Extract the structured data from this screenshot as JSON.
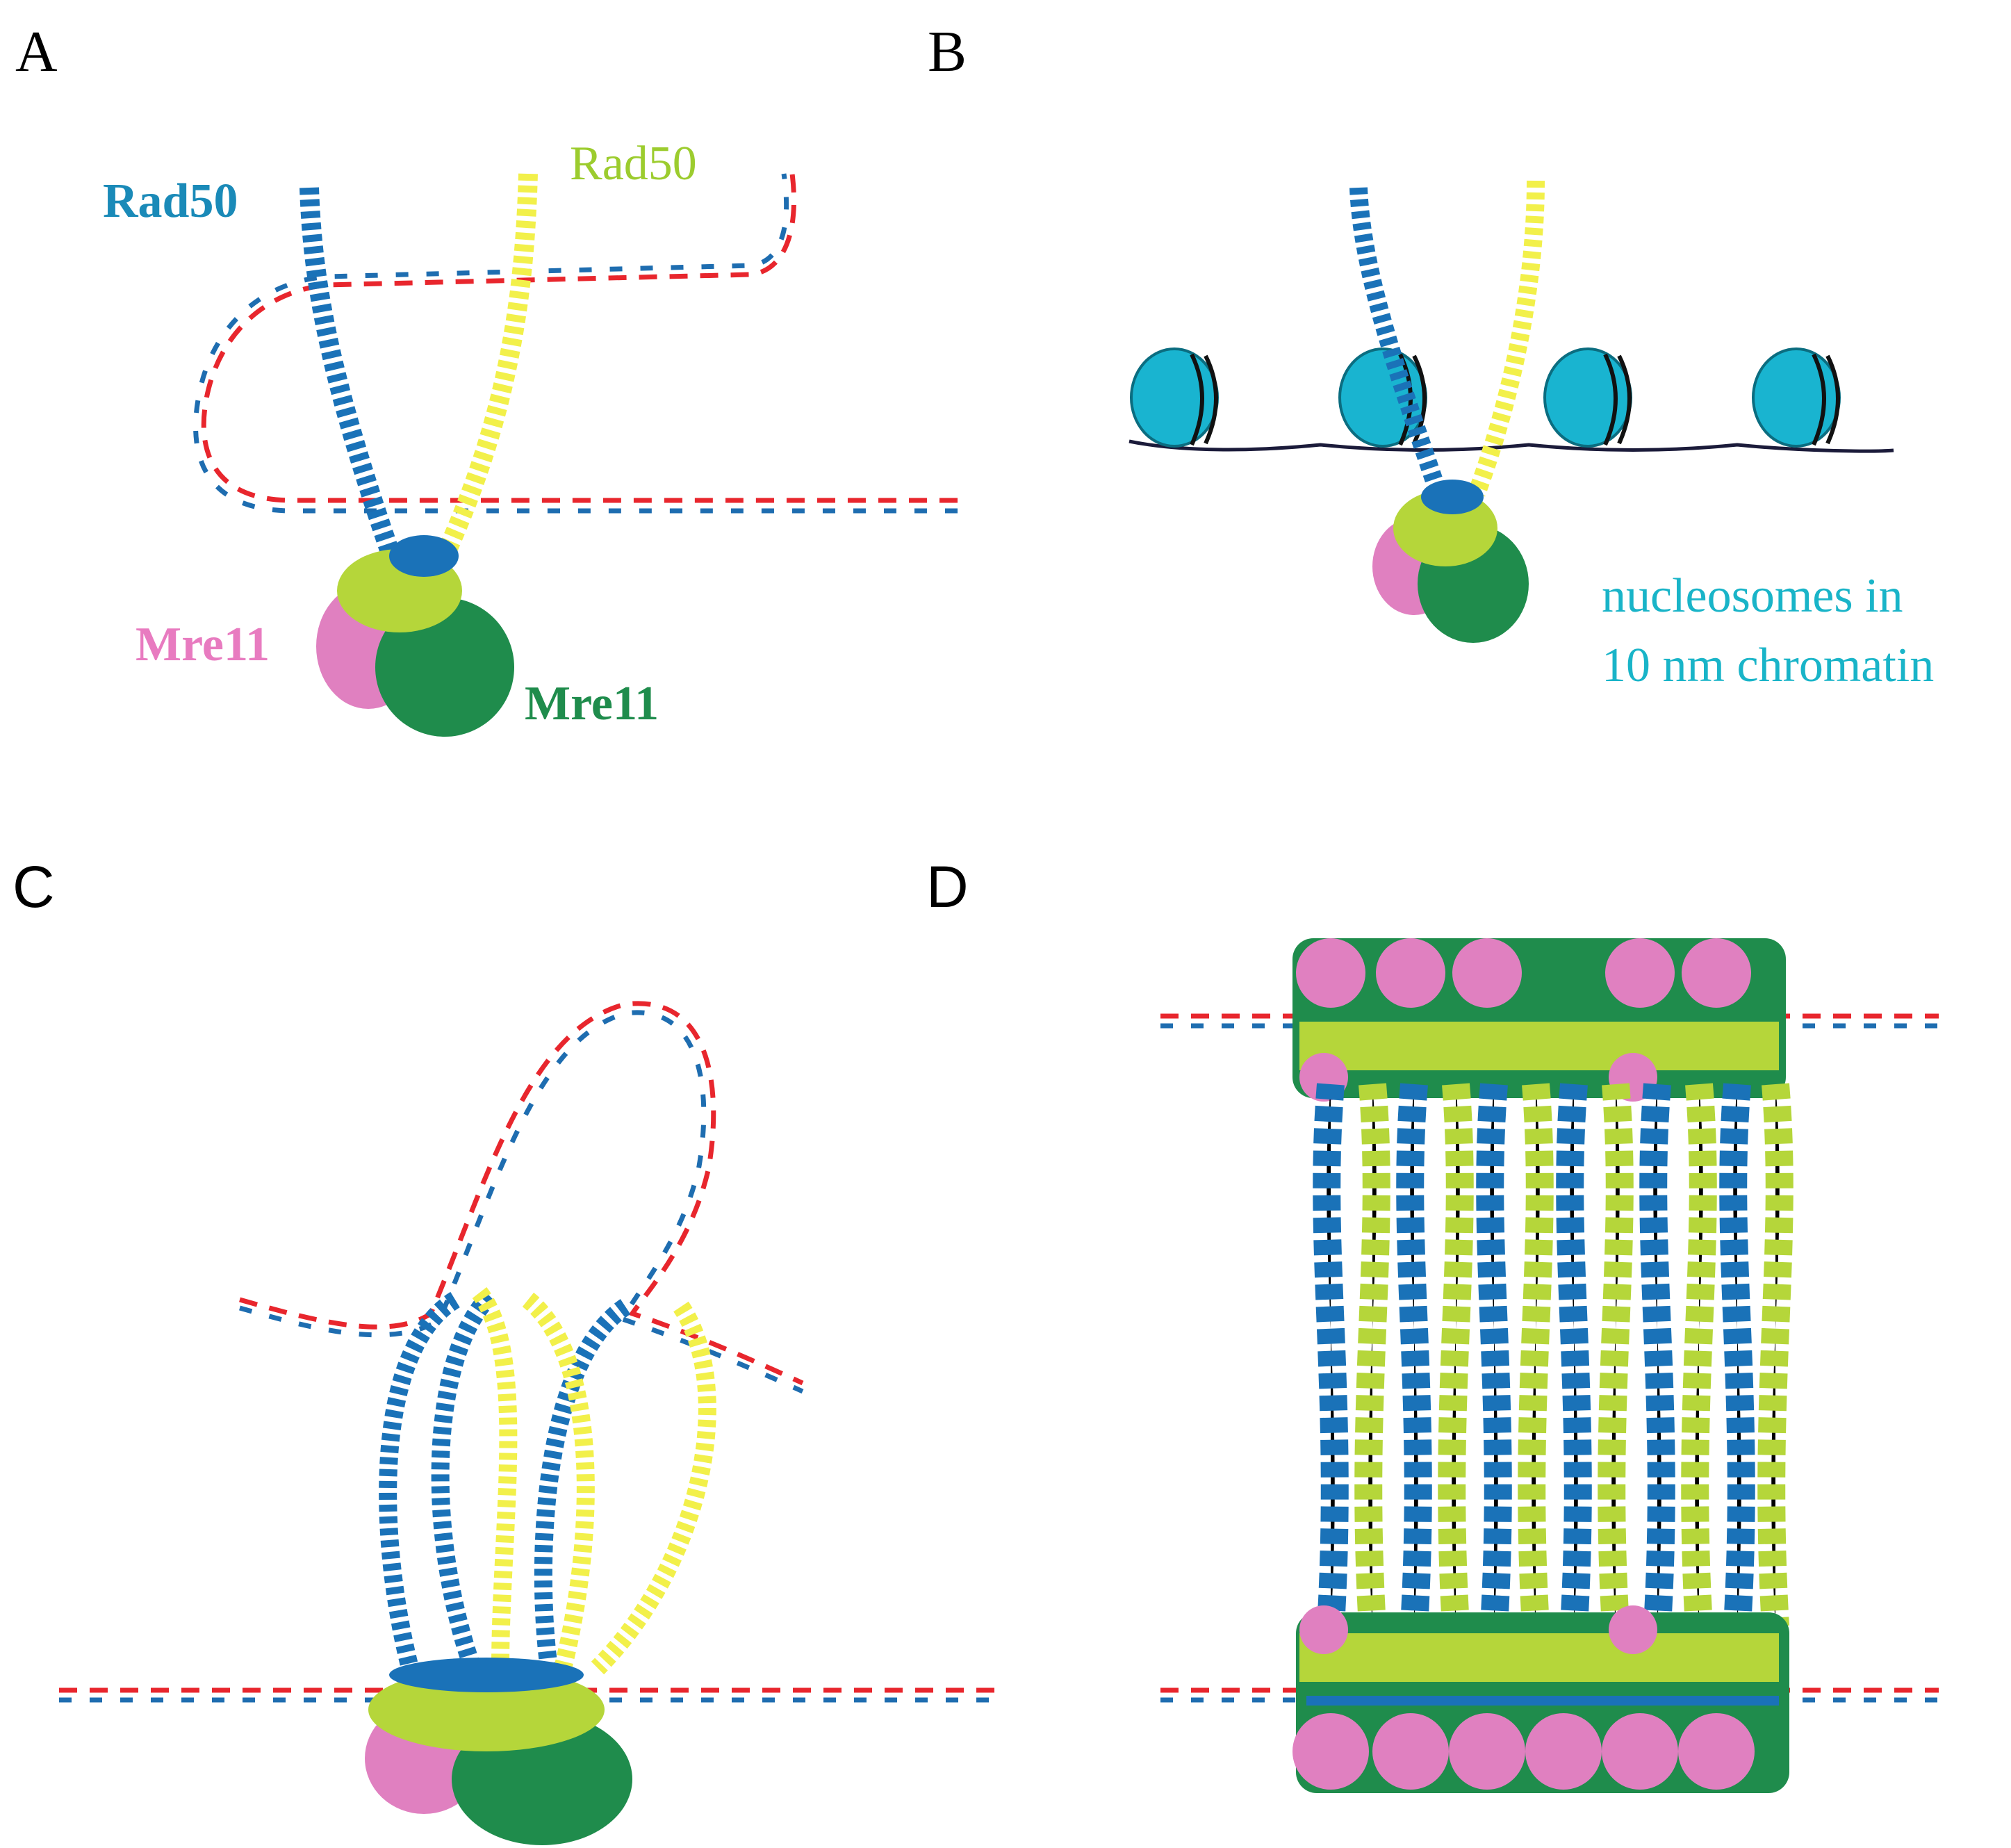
{
  "panels": {
    "a": {
      "letter": "A",
      "labels": {
        "rad50_blue": "Rad50",
        "rad50_yellow": "Rad50",
        "mre11_pink": "Mre11",
        "mre11_green": "Mre11"
      }
    },
    "b": {
      "letter": "B",
      "caption_line1": "nucleosomes in",
      "caption_line2": "10 nm chromatin"
    },
    "c": {
      "letter": "C"
    },
    "d": {
      "letter": "D"
    }
  },
  "colors": {
    "dna_strand_red": "#e8262d",
    "dna_strand_blue": "#1e6db0",
    "rad50_blue": "#1a72b8",
    "rad50_yellow": "#f2f04a",
    "mre11_pink": "#e080c0",
    "mre11_green": "#1f8c4c",
    "rad50_head_lime": "#b5d63a",
    "nucleosome": "#19b4d0",
    "label_blue": "#1a8ab8",
    "label_lime": "#9ccc2e",
    "label_pink": "#e87bc0",
    "label_green": "#1f8c4c",
    "caption_cyan": "#19b4c8"
  }
}
